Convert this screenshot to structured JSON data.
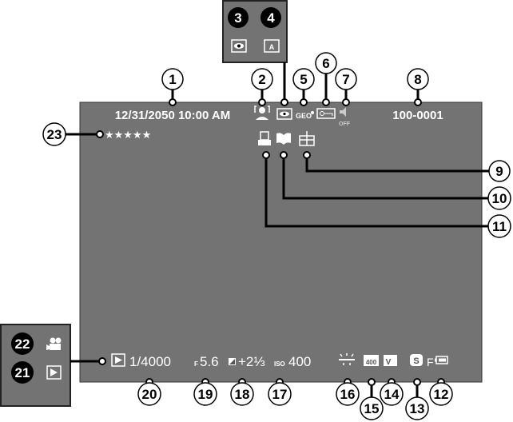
{
  "screen": {
    "date_time": "12/31/2050 10:00 AM",
    "frame_number": "100-0001",
    "rating": "★★★★★",
    "shutter_speed": "1/4000",
    "aperture_prefix": "F",
    "aperture": "5.6",
    "exposure_comp": "+2⅓",
    "iso_prefix": "ISO",
    "iso": "400",
    "quality": "F",
    "sound_off": "OFF",
    "geo": "GEO"
  },
  "callouts": [
    "1",
    "2",
    "3",
    "4",
    "5",
    "6",
    "7",
    "8",
    "9",
    "10",
    "11",
    "12",
    "13",
    "14",
    "15",
    "16",
    "17",
    "18",
    "19",
    "20",
    "21",
    "22",
    "23"
  ],
  "icons": [
    "face-detection-icon",
    "red-eye-icon",
    "red-eye-removal-icon",
    "location-icon",
    "protect-icon",
    "sound-off-icon",
    "print-icon",
    "photobook-icon",
    "gift-icon",
    "battery-icon",
    "image-size-icon",
    "film-simulation-icon",
    "dynamic-range-icon",
    "white-balance-icon",
    "exposure-comp-icon",
    "play-icon",
    "movie-icon"
  ],
  "colors": {
    "screen": "#737373",
    "callout_border": "#000000"
  }
}
